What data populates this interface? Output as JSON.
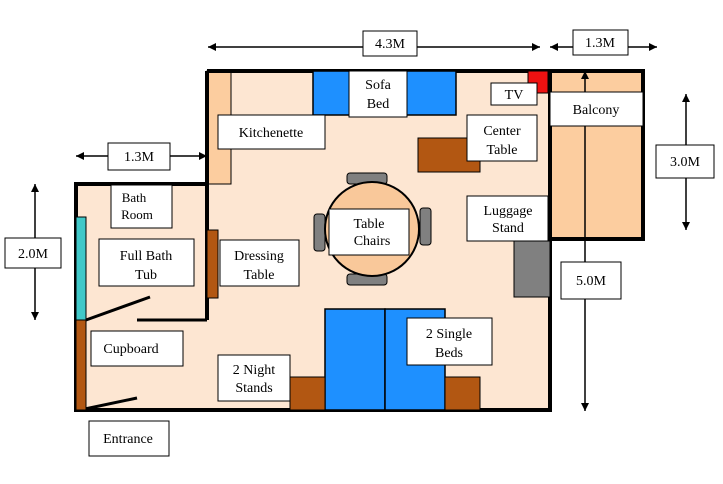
{
  "labels": {
    "kitchenette": "Kitchenette",
    "sofa_bed_1": "Sofa",
    "sofa_bed_2": "Bed",
    "tv": "TV",
    "balcony": "Balcony",
    "center_table_1": "Center",
    "center_table_2": "Table",
    "bath_room_1": "Bath",
    "bath_room_2": "Room",
    "full_bath_tub_1": "Full Bath",
    "full_bath_tub_2": "Tub",
    "dressing_table_1": "Dressing",
    "dressing_table_2": "Table",
    "table_chairs_1": "Table",
    "table_chairs_2": "Chairs",
    "luggage_stand_1": "Luggage",
    "luggage_stand_2": "Stand",
    "cupboard": "Cupboard",
    "two_single_beds_1": "2 Single",
    "two_single_beds_2": "Beds",
    "night_stands_1": "2 Night",
    "night_stands_2": "Stands",
    "entrance": "Entrance"
  },
  "dimensions": {
    "room_width": "4.3M",
    "balcony_width": "1.3M",
    "bathroom_width": "1.3M",
    "bathroom_height": "2.0M",
    "balcony_height": "3.0M",
    "room_length": "5.0M"
  },
  "colors": {
    "floor": "#fde6d2",
    "balcony": "#fccd9f",
    "furniture_blue": "#1e90ff",
    "wood_brown": "#b25712",
    "table_fill": "#f9c89a",
    "chair_gray": "#808080",
    "tv_red": "#ee1111",
    "window_cyan": "#40c8c8"
  }
}
